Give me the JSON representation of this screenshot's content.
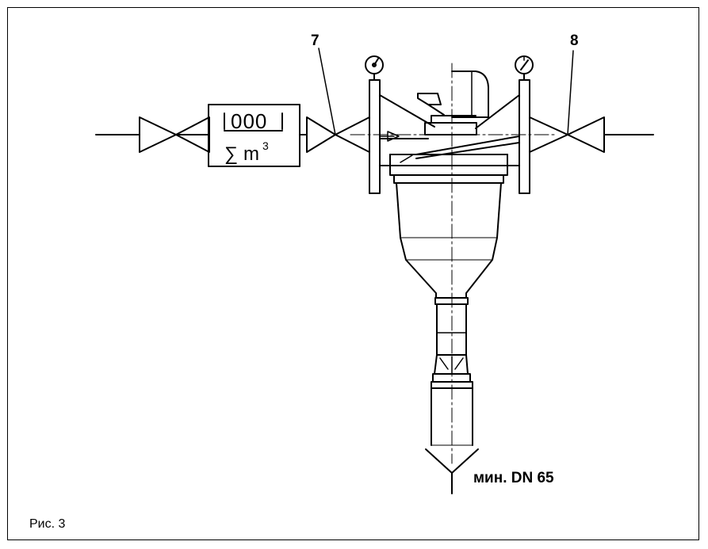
{
  "figure": {
    "caption": "Рис. 3",
    "labels": {
      "valve_left": "7",
      "valve_right": "8",
      "drain": "мин. DN 65"
    },
    "meter": {
      "digits": "000",
      "sum_symbol": "∑",
      "unit": "m",
      "unit_sup": "3"
    }
  }
}
